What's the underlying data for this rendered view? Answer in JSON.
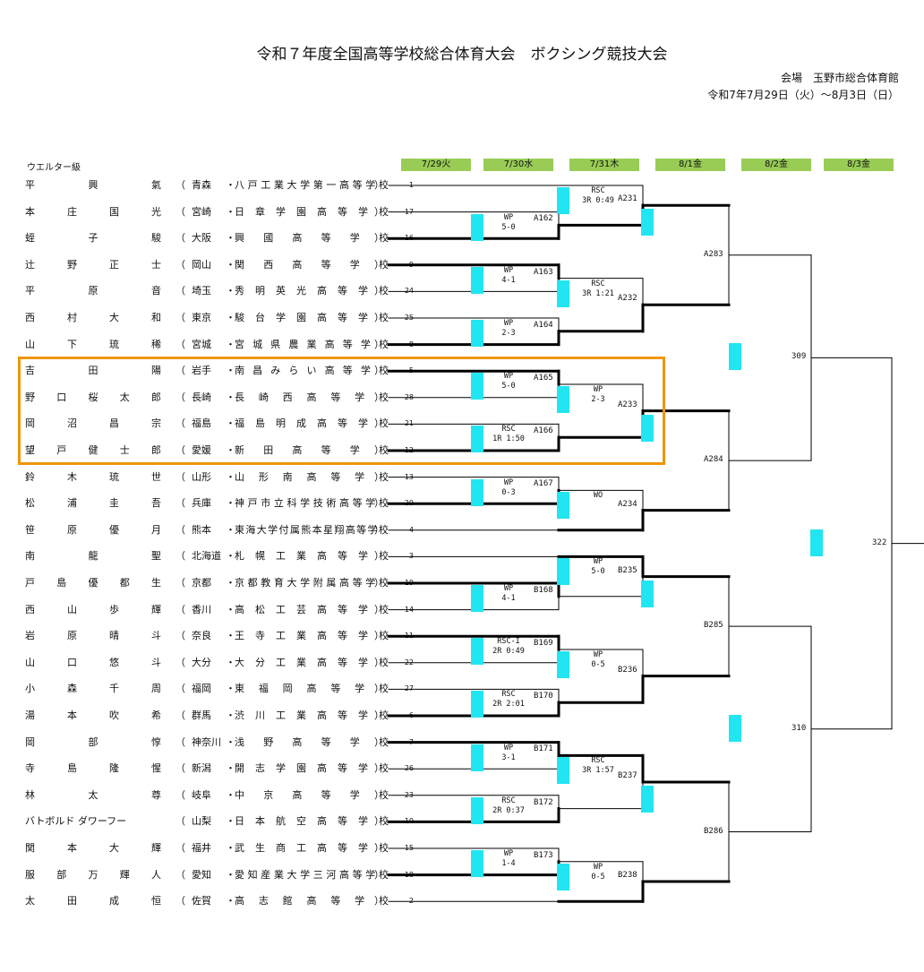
{
  "header": {
    "title": "令和７年度全国高等学校総合体育大会　ボクシング競技大会",
    "venue": "会場　玉野市総合体育館",
    "dates": "令和7年7月29日（火）〜8月3日（日）"
  },
  "weight_class": "ウエルター級",
  "round_dates": [
    "7/29火",
    "7/30水",
    "7/31木",
    "8/1金",
    "8/2金",
    "8/3金"
  ],
  "players": [
    {
      "name": "平　興　氣",
      "pref": "青森",
      "school": "八戸工業大学第一高等学校",
      "num": "1"
    },
    {
      "name": "本庄　国光",
      "pref": "宮崎",
      "school": "日章学園高等学校",
      "num": "17"
    },
    {
      "name": "蛭　子　駿",
      "pref": "大阪",
      "school": "興國高等学校",
      "num": "16"
    },
    {
      "name": "辻野　正士",
      "pref": "岡山",
      "school": "関西高等学校",
      "num": "9"
    },
    {
      "name": "平原　　音",
      "pref": "埼玉",
      "school": "秀明英光高等学校",
      "num": "24"
    },
    {
      "name": "西村　大和",
      "pref": "東京",
      "school": "駿台学園高等学校",
      "num": "25"
    },
    {
      "name": "山下　琉稀",
      "pref": "宮城",
      "school": "宮城県農業高等学校",
      "num": "8"
    },
    {
      "name": "吉田　　陽",
      "pref": "岩手",
      "school": "南昌みらい高等学校",
      "num": "5"
    },
    {
      "name": "野口　桜太郎",
      "pref": "長崎",
      "school": "長崎西高等学校",
      "num": "28"
    },
    {
      "name": "岡沼　昌宗",
      "pref": "福島",
      "school": "福島明成高等学校",
      "num": "21"
    },
    {
      "name": "望戸　健士郎",
      "pref": "愛媛",
      "school": "新田高等学校",
      "num": "12"
    },
    {
      "name": "鈴木　琉世",
      "pref": "山形",
      "school": "山形南高等学校",
      "num": "13"
    },
    {
      "name": "松浦　圭吾",
      "pref": "兵庫",
      "school": "神戸市立科学技術高等学校",
      "num": "20"
    },
    {
      "name": "笹原　優月",
      "pref": "熊本",
      "school": "東海大学付属熊本星翔高等学校",
      "num": "4"
    },
    {
      "name": "南　龍　聖",
      "pref": "北海道",
      "school": "札幌工業高等学校",
      "num": "3"
    },
    {
      "name": "戸島　優都生",
      "pref": "京都",
      "school": "京都教育大学附属高等学校",
      "num": "19"
    },
    {
      "name": "西山　歩輝",
      "pref": "香川",
      "school": "高松工芸高等学校",
      "num": "14"
    },
    {
      "name": "岩原　晴斗",
      "pref": "奈良",
      "school": "王寺工業高等学校",
      "num": "11"
    },
    {
      "name": "山口　悠斗",
      "pref": "大分",
      "school": "大分工業高等学校",
      "num": "22"
    },
    {
      "name": "小森　千周",
      "pref": "福岡",
      "school": "東福岡高等学校",
      "num": "27"
    },
    {
      "name": "湯本　吹希",
      "pref": "群馬",
      "school": "渋川工業高等学校",
      "num": "6"
    },
    {
      "name": "岡　部　惇",
      "pref": "神奈川",
      "school": "浅野高等学校",
      "num": "7"
    },
    {
      "name": "寺島　隆惺",
      "pref": "新潟",
      "school": "開志学園高等学校",
      "num": "26"
    },
    {
      "name": "林　太　尊",
      "pref": "岐阜",
      "school": "中京高等学校",
      "num": "23"
    },
    {
      "name": "バトボルド ダワーフー",
      "pref": "山梨",
      "school": "日本航空高等学校",
      "num": "10"
    },
    {
      "name": "関本　大輝",
      "pref": "福井",
      "school": "武生商工高等学校",
      "num": "15"
    },
    {
      "name": "服部　万輝人",
      "pref": "愛知",
      "school": "愛知産業大学三河高等学校",
      "num": "18"
    },
    {
      "name": "太田　成恒",
      "pref": "佐賀",
      "school": "高志館高等学校",
      "num": "2"
    }
  ],
  "bouts_r1": [
    {
      "id": "A162",
      "result": "WP\n5-0"
    },
    {
      "id": "A163",
      "result": "WP\n4-1"
    },
    {
      "id": "A164",
      "result": "WP\n2-3"
    },
    {
      "id": "A165",
      "result": "WP\n5-0"
    },
    {
      "id": "A166",
      "result": "RSC\n1R 1:50"
    },
    {
      "id": "A167",
      "result": "WP\n0-3"
    },
    {
      "id": "B168",
      "result": "WP\n4-1"
    },
    {
      "id": "B169",
      "result": "RSC-I\n2R 0:49"
    },
    {
      "id": "B170",
      "result": "RSC\n2R 2:01"
    },
    {
      "id": "B171",
      "result": "WP\n3-1"
    },
    {
      "id": "B172",
      "result": "RSC\n2R 0:37"
    },
    {
      "id": "B173",
      "result": "WP\n1-4"
    }
  ],
  "bouts_r2": [
    {
      "id": "A231",
      "result": "RSC\n3R 0:49"
    },
    {
      "id": "A232",
      "result": "RSC\n3R 1:21"
    },
    {
      "id": "A233",
      "result": "WP\n2-3"
    },
    {
      "id": "A234",
      "result": "WO"
    },
    {
      "id": "B235",
      "result": "WP\n5-0"
    },
    {
      "id": "B236",
      "result": "WP\n0-5"
    },
    {
      "id": "B237",
      "result": "RSC\n3R 1:57"
    },
    {
      "id": "B238",
      "result": "WP\n0-5"
    }
  ],
  "bouts_r3": [
    {
      "id": "A283"
    },
    {
      "id": "A284"
    },
    {
      "id": "B285"
    },
    {
      "id": "B286"
    }
  ],
  "bouts_r4": [
    {
      "id": "309"
    },
    {
      "id": "310"
    }
  ],
  "bouts_r5": [
    {
      "id": "322"
    }
  ],
  "colors": {
    "date_header": "#99cc55",
    "corner_marker": "#22e5f2",
    "highlight": "#f0960a"
  }
}
